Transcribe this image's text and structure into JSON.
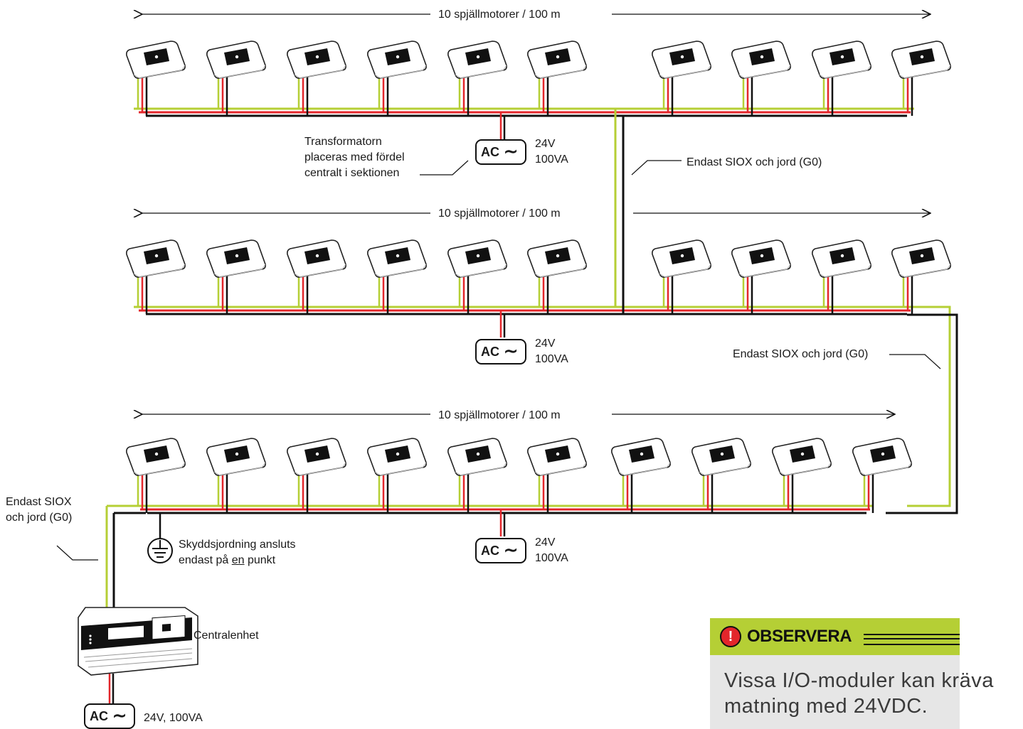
{
  "rows": [
    {
      "span_label": "10 spjällmotorer / 100 m",
      "motor_count": 10,
      "transformer": {
        "type": "AC ~",
        "voltage": "24V",
        "power": "100VA"
      }
    },
    {
      "span_label": "10 spjällmotorer / 100 m",
      "motor_count": 10,
      "transformer": {
        "type": "AC ~",
        "voltage": "24V",
        "power": "100VA"
      }
    },
    {
      "span_label": "10 spjällmotorer / 100 m",
      "motor_count": 10,
      "transformer": {
        "type": "AC ~",
        "voltage": "24V",
        "power": "100VA"
      }
    }
  ],
  "notes": {
    "transformer_placement": [
      "Transformatorn",
      "placeras med fördel",
      "centralt i sektionen"
    ],
    "siox_only_1": "Endast SIOX och jord (G0)",
    "siox_only_2": "Endast SIOX och jord (G0)",
    "siox_only_3": [
      "Endast SIOX",
      "och jord (G0)"
    ],
    "earthing": [
      "Skyddsjordning ansluts",
      "endast på ",
      "en",
      " punkt"
    ]
  },
  "central_unit": {
    "label": "Centralenhet",
    "supply_type": "AC ~",
    "supply_rating": "24V, 100VA"
  },
  "observera": {
    "title": "OBSERVERA",
    "icon": "exclamation-icon",
    "text": "Vissa I/O-moduler kan kräva matning med 24VDC."
  },
  "colors": {
    "wire_green": "#b5cf35",
    "wire_red": "#e3262b",
    "wire_black": "#111111",
    "note_bg": "#e6e6e6"
  }
}
